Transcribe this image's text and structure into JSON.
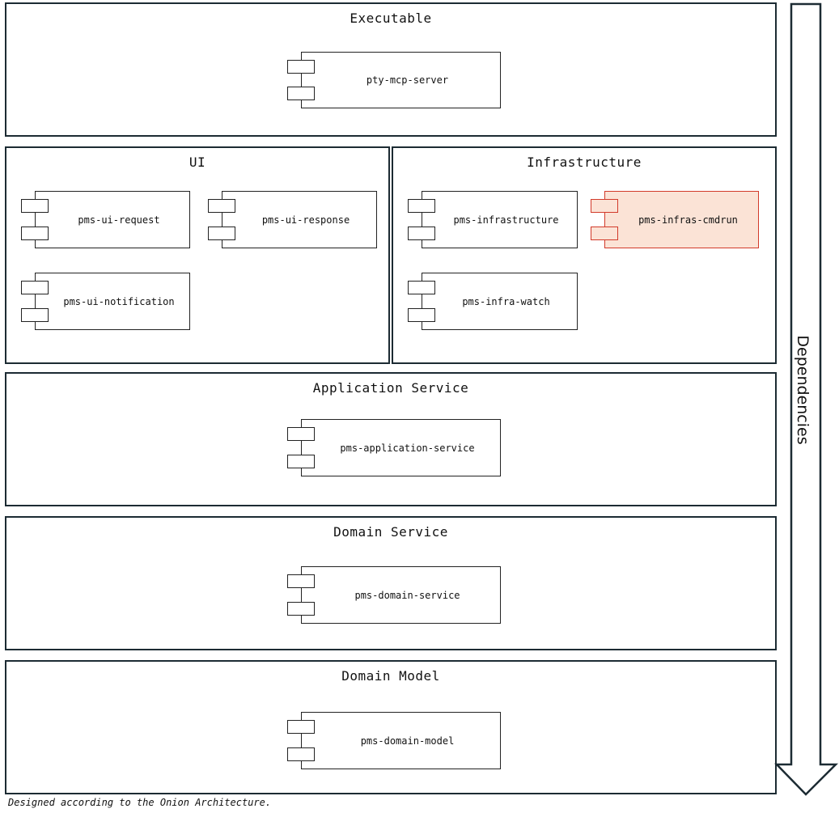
{
  "layers": {
    "executable": {
      "title": "Executable",
      "components": [
        "pty-mcp-server"
      ]
    },
    "ui": {
      "title": "UI",
      "components": [
        "pms-ui-request",
        "pms-ui-response",
        "pms-ui-notification"
      ]
    },
    "infrastructure": {
      "title": "Infrastructure",
      "components": [
        "pms-infrastructure",
        "pms-infras-cmdrun",
        "pms-infra-watch"
      ]
    },
    "application_service": {
      "title": "Application Service",
      "components": [
        "pms-application-service"
      ]
    },
    "domain_service": {
      "title": "Domain Service",
      "components": [
        "pms-domain-service"
      ]
    },
    "domain_model": {
      "title": "Domain Model",
      "components": [
        "pms-domain-model"
      ]
    }
  },
  "highlighted_component": "pms-infras-cmdrun",
  "highlight_colors": {
    "border": "#d23a2a",
    "fill": "#fbe3d6"
  },
  "border_color": "#1c2b33",
  "arrow_label": "Dependencies",
  "footer": "Designed according to the Onion Architecture."
}
